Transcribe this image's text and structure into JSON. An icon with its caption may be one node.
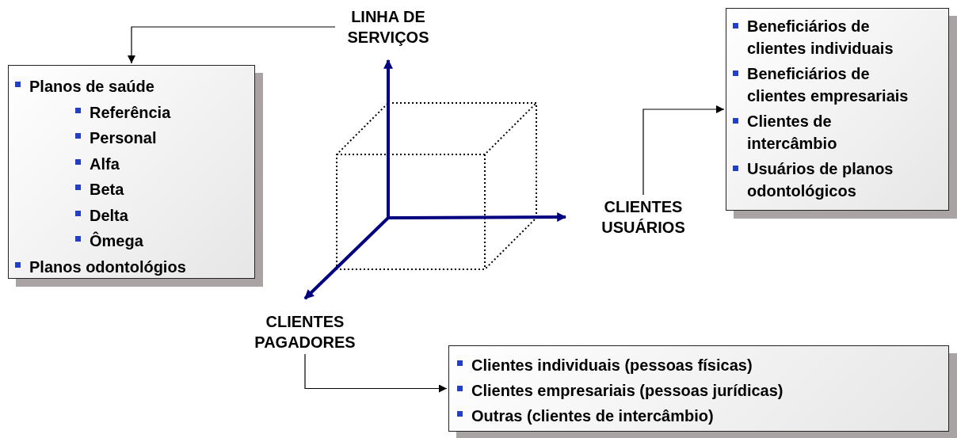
{
  "diagram": {
    "nodes": [
      {
        "text": [
          "LINHA DE SERVIÇOS"
        ]
      },
      {
        "text": [
          "Planos de saúde",
          "Referência",
          "Personal",
          "Alfa",
          "Beta",
          "Delta",
          "Ômega",
          "Planos odontológios"
        ]
      },
      {
        "text": [
          "CLIENTES USUÁRIOS"
        ]
      },
      {
        "text": [
          "Beneficiários de clientes individuais",
          "Beneficiários de clientes empresariais",
          "Clientes de intercâmbio",
          "Usuários de planos odontológicos"
        ]
      },
      {
        "text": [
          "CLIENTES PAGADORES"
        ]
      },
      {
        "text": [
          "Clientes individuais (pessoas físicas)",
          "Clientes empresariais (pessoas jurídicas)",
          "Outras (clientes de intercâmbio)"
        ]
      }
    ],
    "edges": [
      {
        "from": 0,
        "to": 1,
        "arrow": "to"
      },
      {
        "from": 2,
        "to": 3,
        "arrow": "to"
      },
      {
        "from": 4,
        "to": 5,
        "arrow": "to"
      },
      {
        "from": null,
        "to": 0,
        "arrow": "to",
        "style": "thick",
        "color": "#000080"
      },
      {
        "from": null,
        "to": 2,
        "arrow": "to",
        "style": "thick",
        "color": "#000080"
      },
      {
        "from": null,
        "to": 4,
        "arrow": "to",
        "style": "thick",
        "color": "#000080"
      }
    ]
  }
}
